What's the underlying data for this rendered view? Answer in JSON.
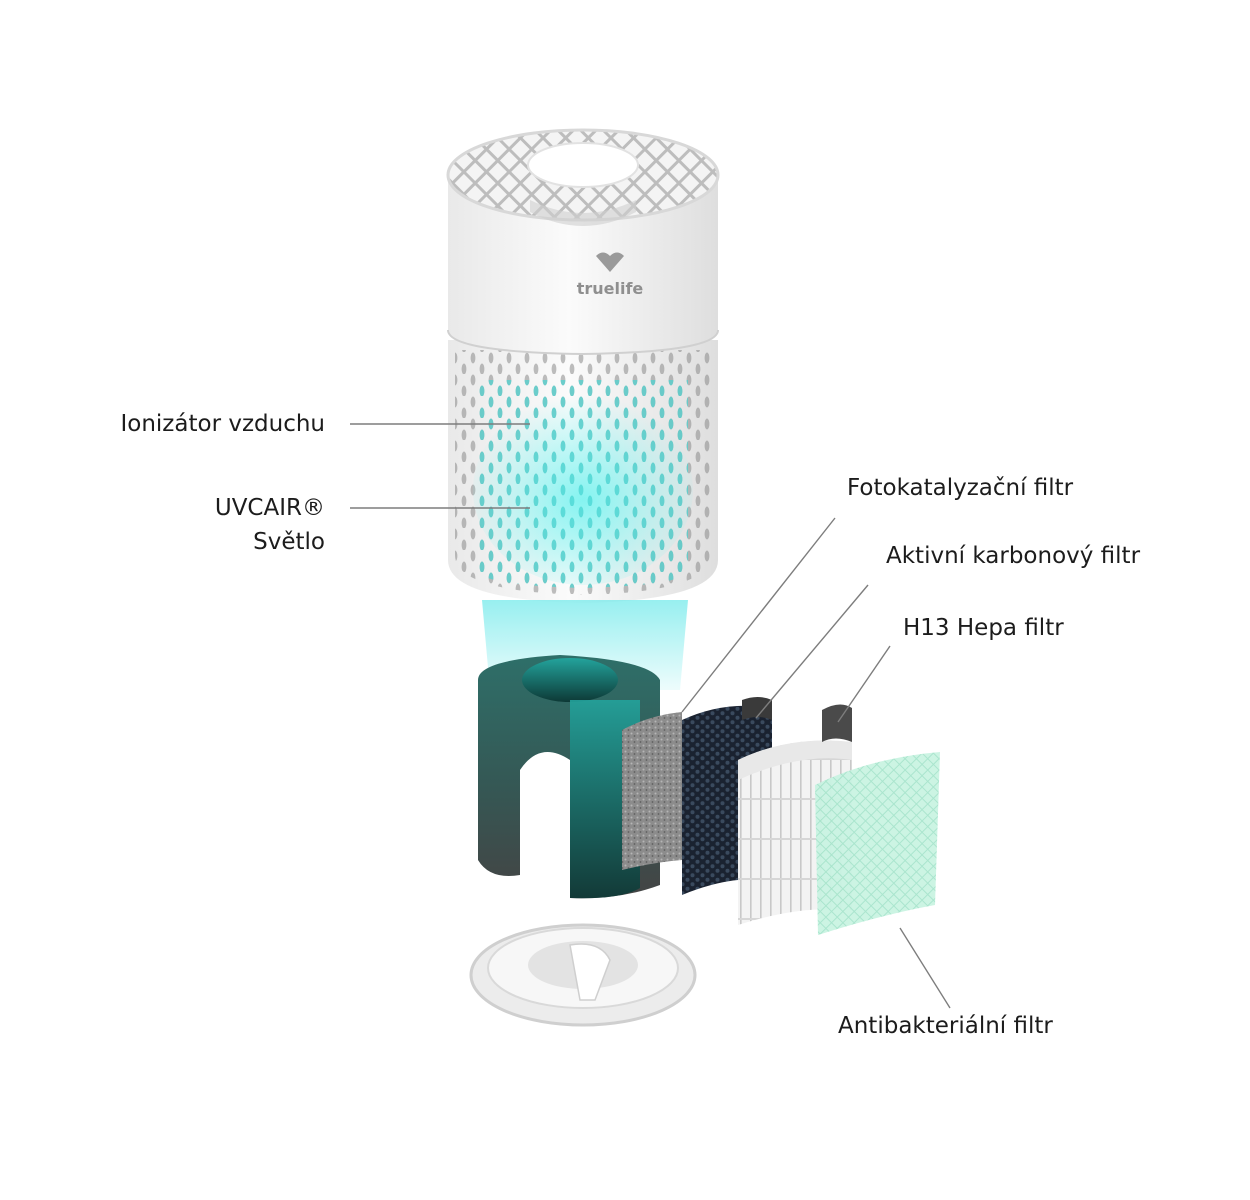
{
  "brand": {
    "name": "truelife"
  },
  "labels": {
    "ionizer": "Ionizátor vzduchu",
    "uvcair_line1": "UVCAIR®",
    "uvcair_line2": "Světlo",
    "photocatalytic": "Fotokatalyzační filtr",
    "active_carbon": "Aktivní karbonový filtr",
    "hepa": "H13 Hepa filtr",
    "antibacterial": "Antibakteriální filtr"
  },
  "colors": {
    "uv_glow": "#5ee6e6",
    "housing": "#f2f2f2",
    "outer_filter_top": "#2f6b66",
    "outer_filter_bottom": "#3f3f3f",
    "carbon": "#1f2a38",
    "antibacterial": "#bff0dc",
    "leader_line": "#7d7d7d"
  }
}
